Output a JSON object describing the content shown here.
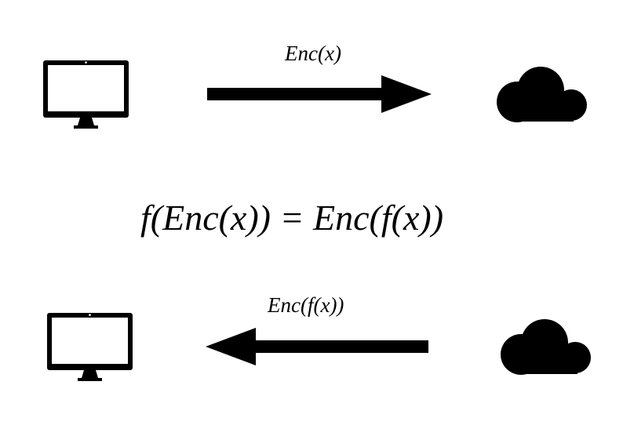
{
  "diagram": {
    "top_row": {
      "arrow_label": "Enc(x)",
      "source_icon": "monitor-icon",
      "target_icon": "cloud-icon",
      "direction": "right"
    },
    "equation": "f(Enc(x)) = Enc(f(x))",
    "bottom_row": {
      "arrow_label": "Enc(f(x))",
      "source_icon": "cloud-icon",
      "target_icon": "monitor-icon",
      "direction": "left"
    },
    "colors": {
      "foreground": "#000000",
      "background": "#ffffff"
    }
  }
}
